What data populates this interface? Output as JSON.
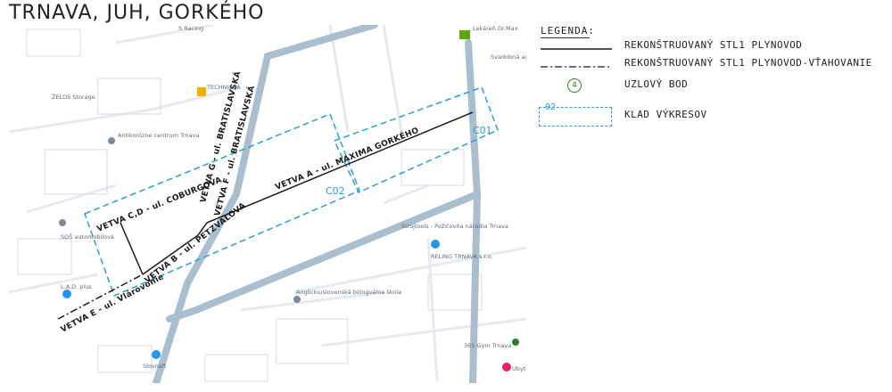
{
  "title": "TRNAVA, JUH, GORKÉHO",
  "legend": {
    "title": "LEGENDA:",
    "items": [
      {
        "label": "REKONŠTRUOVANÝ STL1 PLYNOVOD"
      },
      {
        "label": "REKONŠTRUOVANÝ STL1 PLYNOVOD-VŤAHOVANIE"
      },
      {
        "label": "UZLOVÝ BOD",
        "node_number": "4"
      },
      {
        "label": "KLAD VÝKRESOV",
        "sheet_number": "02"
      }
    ]
  },
  "pipe_labels": {
    "vetva_a": "VETVA A - ul. MAXIMA GORKÉHO",
    "vetva_b": "VETVA B - ul. PETZVALOVA",
    "vetva_cd": "VETVA C,D - ul. COBURGOVA",
    "vetva_e": "VETVA E - ul. Vlárovonie",
    "vetva_f": "VETVA F - ul. BRATISLAVSKÁ",
    "vetva_g": "VETVA G - ul. BRATISLAVSKÁ"
  },
  "sheet_labels": {
    "c01": "C01",
    "c02": "C02"
  },
  "map_labels": {
    "zelos": "ŽELOS Storage",
    "antikorozie": "Antikorózne centrum Trnava",
    "technicka": "TECHNICKÁ",
    "sos": "SOŠ automobilová",
    "lad": "L.A.D. plus",
    "lekaren": "Lekáreň Dr.Max",
    "svadobna": "Svadobná agentúra",
    "strojtools": "Strojtools - Požičovňa náradia Trnava",
    "reling": "RELING TRNAVA s.r.o.",
    "anglicka": "Anglicko/slovenská bilingválna škola",
    "slovnaft": "Slovnaft",
    "gym": "365 Gym Trnava",
    "ubytovanie": "Ubytov",
    "racing": "S Racing"
  },
  "colors": {
    "road_main": "#a9bfcf",
    "pipe": "#1a1a1a",
    "sheet_frame": "#2a9fd6",
    "node": "#2e7d32"
  }
}
